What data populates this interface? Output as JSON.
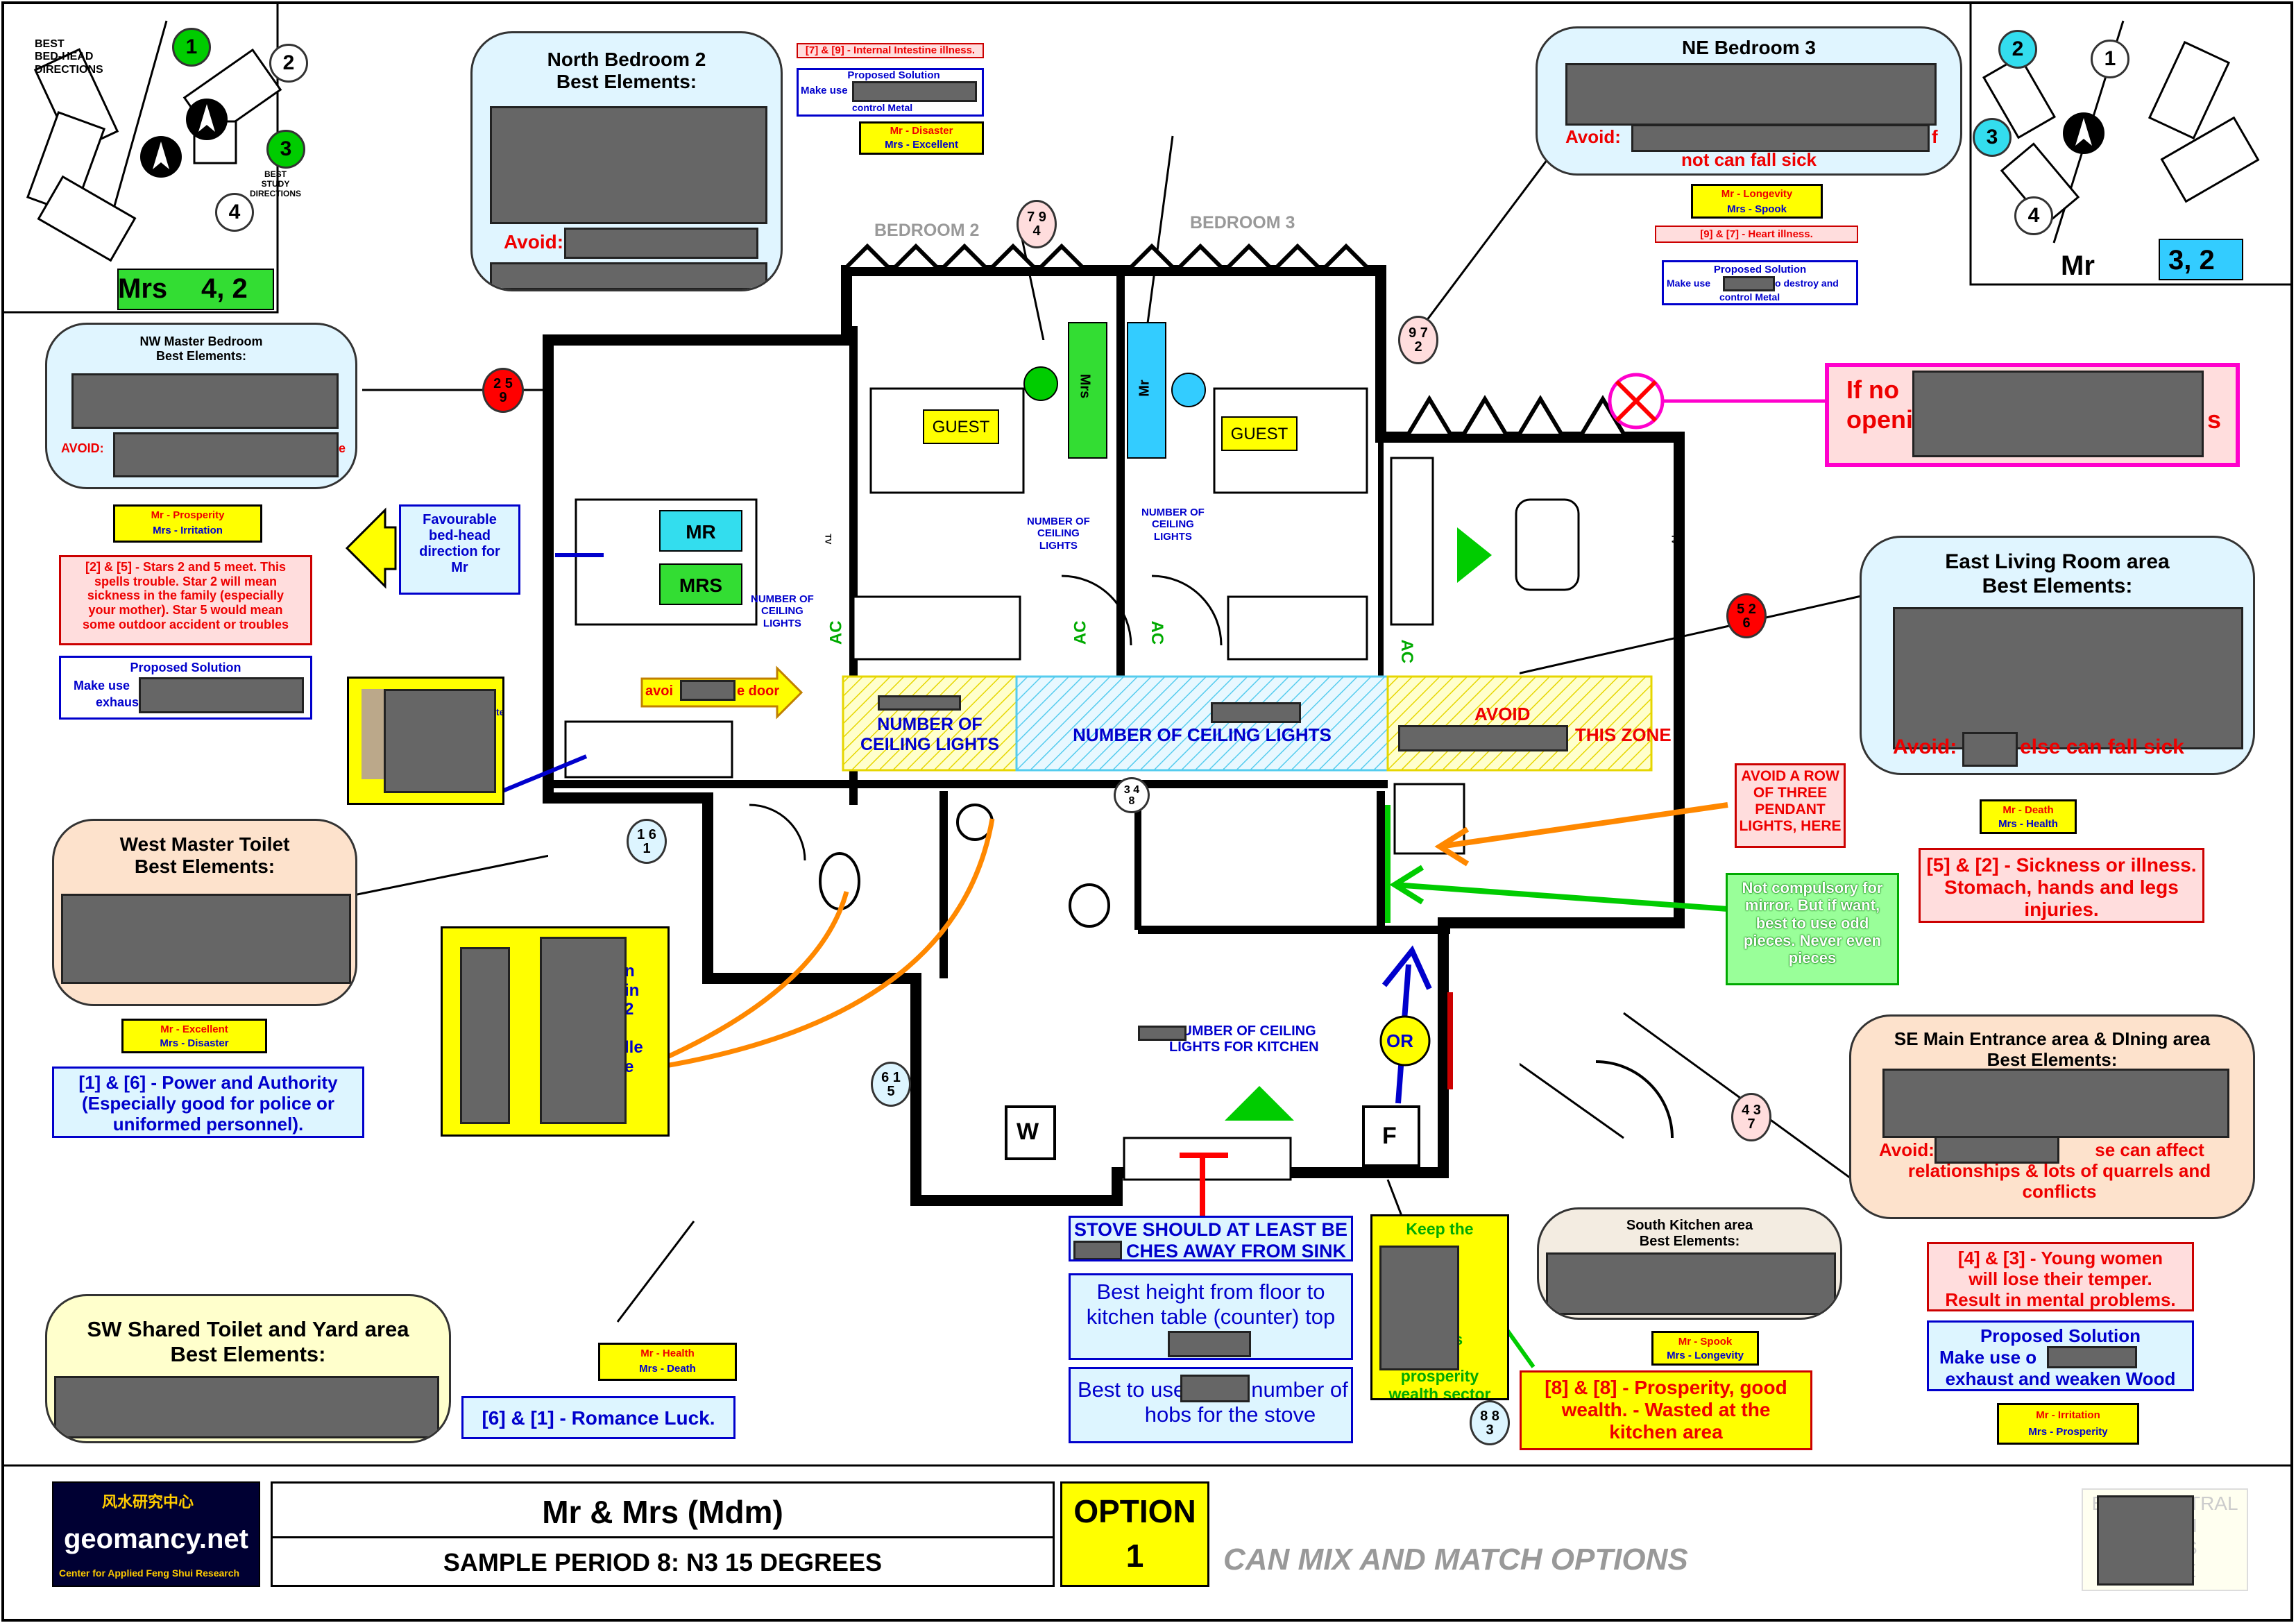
{
  "title_block": {
    "names": "Mr & Mrs (Mdm)",
    "subtitle": "SAMPLE PERIOD 8:  N3 15 DEGREES",
    "option_label": "OPTION",
    "option_number": "1",
    "mix_note": "CAN MIX AND MATCH OPTIONS",
    "logo_text": "geomancy.net",
    "logo_cn": "风水研究中心",
    "logo_sub": "Center for Applied Feng Shui Research",
    "corner_fragment": "BEST NEUTRAL\nC          ROM\nN          23 IS\nB          HITE"
  },
  "compass_left": {
    "legend": "BEST\nBED-HEAD\nDIRECTIONS",
    "study": "BEST\nSTUDY\nDIRECTIONS",
    "nums": [
      "1",
      "2",
      "3",
      "4"
    ],
    "person": "Mrs",
    "value": "4, 2"
  },
  "compass_right": {
    "nums": [
      "2",
      "1",
      "3",
      "4"
    ],
    "person": "Mr",
    "value": "3, 2"
  },
  "rooms": {
    "bedroom2": "BEDROOM 2",
    "bedroom3": "BEDROOM 3",
    "guest": "GUEST",
    "mr": "MR",
    "mrs": "MRS",
    "mrs_v": "Mrs",
    "mr_v": "Mr",
    "tv": "TV",
    "ac": "AC",
    "w": "W",
    "f": "F",
    "or": "OR",
    "ceiling_lights_small": "NUMBER OF\nCEILING\nLIGHTS",
    "ceiling_lights_big": "NUMBER OF CEILING LIGHTS",
    "ceiling_lights_left": "NUMBER OF\nCEILING LIGHTS",
    "kitchen_lights": "NUMBER OF CEILING\nLIGHTS FOR KITCHEN",
    "avoid_zone_a": "AVOID",
    "avoid_zone_b": "THIS ZONE",
    "avoid_door_a": "avoi",
    "avoid_door_b": "e door"
  },
  "bubbles": {
    "north_bedroom2": {
      "title": "North Bedroom 2\nBest Elements:",
      "avoid": "Avoid:"
    },
    "ne_bedroom3": {
      "title": "NE Bedroom 3",
      "avoid": "Avoid:",
      "tail": "f",
      "sick": "not can fall sick"
    },
    "nw_master": {
      "title": "NW Master Bedroom\nBest Elements:",
      "avoid": "AVOID:",
      "tail": "e"
    },
    "east_living": {
      "title": "East Living Room area\nBest Elements:",
      "avoid": "Avoid:",
      "sick": "else can fall sick"
    },
    "west_toilet": {
      "title": "West Master Toilet\nBest Elements:"
    },
    "se_entrance": {
      "title": "SE Main Entrance area & DIning area\nBest Elements:",
      "avoid": "Avoid:",
      "tail": "se can affect\nrelationships & lots of quarrels and\nconflicts"
    },
    "sw_toilet": {
      "title": "SW Shared Toilet and Yard area\nBest Elements:"
    },
    "south_kitchen": {
      "title": "South Kitchen area\nBest Elements:"
    }
  },
  "notes": {
    "n79_title": "[7] & [9] - Internal Intestine illness.",
    "n79_ps": "Proposed Solution",
    "n79_make": "Make use",
    "n79_ctrl": "control Metal",
    "n79_mr": "Mr -  Disaster",
    "n79_mrs": "Mrs -  Excellent",
    "ne_mr": "Mr -  Longevity",
    "ne_mrs": "Mrs -  Spook",
    "ne_heart": "[9] & [7] - Heart illness.",
    "ne_ps": "Proposed Solution",
    "ne_make": "Make use",
    "ne_destroy": "o destroy and",
    "ne_ctrl": "control Metal",
    "nw_mr": "Mr -  Prosperity",
    "nw_mrs": "Mrs -  Irritation",
    "nw_25": "[2] & [5] - Stars 2 and 5 meet. This\nspells trouble. Star 2 will mean\nsickness in the family (especially\nyour mother). Star 5 would mean\nsome outdoor accident or troubles",
    "nw_ps": "Proposed Solution",
    "nw_make": "Make use",
    "nw_exh": "exhaus",
    "fav_bed": "Favourable\nbed-head\ndirection for\nMr",
    "photo_frag": "ter",
    "west_mr": "Mr -  Excellent",
    "west_mrs": "Mrs -  Disaster",
    "west_16": "[1] & [6] - Power and Authority\n(Especially good for police or\nuniformed personnel).",
    "yellow_mid_frag": "n\nin\n2\n\nlle\ne",
    "east_mr": "Mr -  Death",
    "east_mrs": "Mrs -  Health",
    "east_52": "[5] & [2] - Sickness or illness.\nStomach, hands and legs\ninjuries.",
    "avoid_row": "AVOID A ROW\nOF THREE\nPENDANT\nLIGHTS, HERE",
    "mirror": "Not compulsory for\nmirror. But if want,\nbest to use odd\npieces. Never even\npieces",
    "if_no_a": "If no",
    "if_no_b": "openi",
    "if_no_c": "s",
    "se_43": "[4] & [3] - Young women\nwill lose their temper.\nResult in mental problems.",
    "se_ps": "Proposed Solution",
    "se_make": "Make use o",
    "se_exh": "exhaust and weaken Wood",
    "se_mr": "Mr -  Irritation",
    "se_mrs": "Mrs -  Prosperity",
    "stove_a": "STOVE SHOULD AT LEAST BE",
    "stove_b": "CHES AWAY FROM SINK",
    "height": "Best height from floor to\nkitchen table (counter) top\nis",
    "hobs_a": "Best to use",
    "hobs_b": "number of\nhobs for the stove",
    "keep_the": "Keep the\n\n\nand\nea\nably\nthis is\nent\nprosperity\nwealth sector",
    "sk_mr": "Mr -  Spook",
    "sk_mrs": "Mrs -  Longevity",
    "sk_88": "[8] & [8] - Prosperity, good\nwealth. - Wasted at the\nkitchen area",
    "sw_mr": "Mr -  Health",
    "sw_mrs": "Mrs -  Death",
    "sw_61": "[6] & [1] - Romance Luck."
  },
  "star_circles": {
    "n": "7  9\n4",
    "ne": "9  7\n2",
    "nw": "2  5\n9",
    "e": "5  2\n6",
    "w": "1  6\n1",
    "c": "3  4\n8",
    "sw": "6  1\n5",
    "se": "4  3\n7",
    "s": "8  8\n3"
  },
  "colors": {
    "yellow": "#ffff00",
    "green": "#00cc00",
    "cyan": "#33ccff",
    "red": "#ff0000",
    "blue": "#0000cc",
    "orange": "#ff8800",
    "magenta": "#ff00cc",
    "pink_note": "#ffdddd",
    "light_cyan": "#ddf5ff",
    "light_green": "#99ff99",
    "bubble_blue": "#e0f5ff",
    "bubble_peach": "#fde2cc",
    "bubble_yellow": "#ffffcc",
    "bubble_tan": "#f3ece1"
  }
}
